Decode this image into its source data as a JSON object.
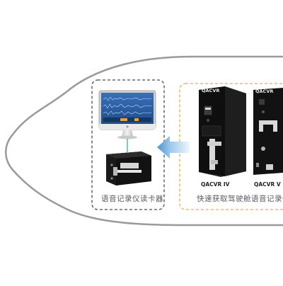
{
  "reader_group": {
    "caption": "语音记录仪读卡器"
  },
  "recorder_group": {
    "caption": "快速获取驾驶舱语音记录仪",
    "units": [
      {
        "brand": "QACVR",
        "model": "QACVR IV"
      },
      {
        "brand": "QACVR",
        "model": "QACVR V"
      }
    ]
  },
  "colors": {
    "airframe_outline": "#9a9a9a",
    "reader_box_border": "#4a4a4a",
    "recorder_box_border": "#e0b24a",
    "arrow_light": "#d6e8f7",
    "arrow_dark": "#5c9fd6",
    "device_body": "#1c1c1c",
    "monitor_screen": "#2a5fa8"
  },
  "icons": {
    "flow_arrow": "arrow-left-icon"
  }
}
